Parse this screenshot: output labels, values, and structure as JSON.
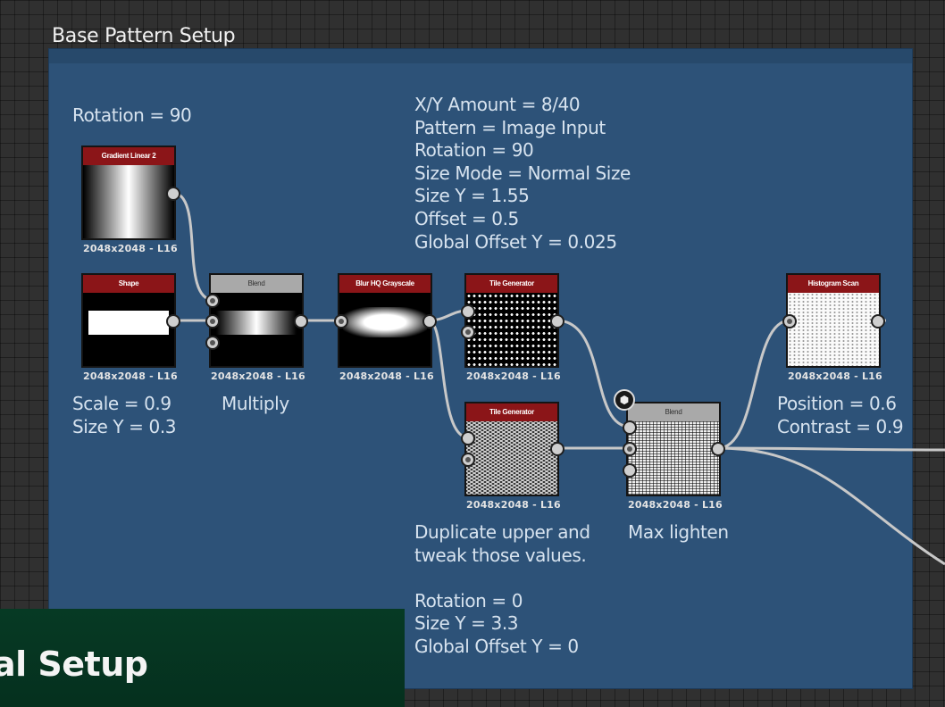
{
  "frame_title": "Base Pattern Setup",
  "comments": {
    "rotation_top": "Rotation = 90",
    "tile_params": "X/Y Amount = 8/40\nPattern = Image Input\nRotation = 90\nSize Mode = Normal Size\nSize Y = 1.55\nOffset = 0.5\nGlobal Offset Y = 0.025",
    "shape_params": "Scale = 0.9\nSize Y = 0.3",
    "blend_mode_1": "Multiply",
    "histogram_params": "Position = 0.6\nContrast = 0.9",
    "duplicate_note": "Duplicate upper and\ntweak those values.\n\nRotation = 0\nSize Y = 3.3\nGlobal Offset Y = 0",
    "blend_mode_2": "Max lighten"
  },
  "nodes": {
    "gradient": {
      "title": "Gradient Linear 2",
      "res": "2048x2048 - L16"
    },
    "shape": {
      "title": "Shape",
      "res": "2048x2048 - L16"
    },
    "blend1": {
      "title": "Blend",
      "res": "2048x2048 - L16"
    },
    "blur": {
      "title": "Blur HQ Grayscale",
      "res": "2048x2048 - L16"
    },
    "tile1": {
      "title": "Tile Generator",
      "res": "2048x2048 - L16"
    },
    "tile2": {
      "title": "Tile Generator",
      "res": "2048x2048 - L16"
    },
    "blend2": {
      "title": "Blend",
      "res": "2048x2048 - L16"
    },
    "histogram": {
      "title": "Histogram Scan",
      "res": "2048x2048 - L16"
    }
  },
  "banner_text": "al Setup",
  "icons": {
    "cube": "cube-icon"
  },
  "colors": {
    "frame": "#2d5278",
    "node_header_red": "#8b1518",
    "node_header_gray": "#a9a9a9",
    "banner": "#063a24"
  }
}
